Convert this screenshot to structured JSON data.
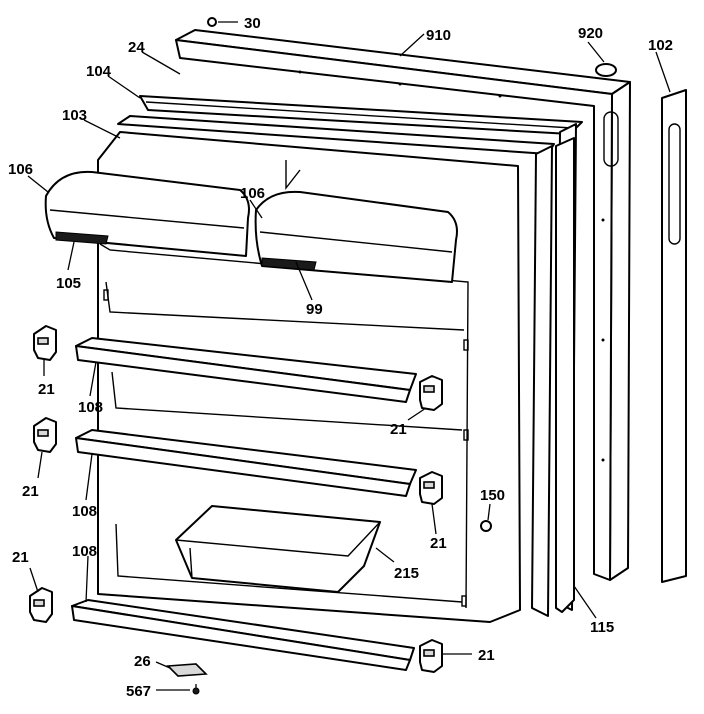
{
  "diagram": {
    "callouts": {
      "c30": "30",
      "c910": "910",
      "c920": "920",
      "c102": "102",
      "c24": "24",
      "c104": "104",
      "c103": "103",
      "c106a": "106",
      "c106b": "106",
      "c105": "105",
      "c99": "99",
      "c21a": "21",
      "c108a": "108",
      "c21b": "21",
      "c21c": "21",
      "c108b": "108",
      "c150": "150",
      "c21d": "21",
      "c215": "215",
      "c21e": "21",
      "c108c": "108",
      "c115": "115",
      "c21f": "21",
      "c26": "26",
      "c567": "567"
    }
  }
}
